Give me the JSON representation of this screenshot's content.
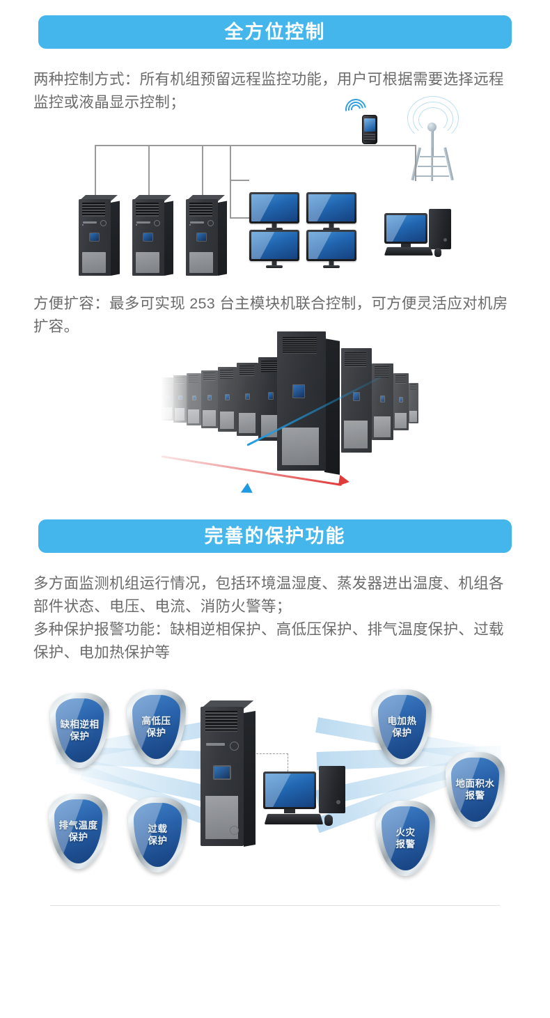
{
  "page": {
    "background_color": "#ffffff",
    "accent_color": "#45b6ec",
    "body_text_color": "#6b6b6b",
    "divider_color": "#e2e2e2"
  },
  "sections": [
    {
      "banner": "全方位控制",
      "paragraphs": [
        "两种控制方式：所有机组预留远程监控功能，用户可根据需要选择远程监控或液晶显示控制；",
        "方便扩容：最多可实现 253 台主模块机联合控制，可方便灵活应对机房扩容。"
      ]
    },
    {
      "banner": "完善的保护功能",
      "paragraphs": [
        "多方面监测机组运行情况，包括环境温湿度、蒸发器进出温度、机组各部件状态、电压、电流、消防火警等；",
        "多种保护报警功能：缺相逆相保护、高低压保护、排气温度保护、过载保护、电加热保护等"
      ]
    }
  ],
  "figure_topology": {
    "name": "remote-monitoring-topology",
    "ac_units_count": 3,
    "monitors_count": 4,
    "devices": [
      "ac-cabinet",
      "ac-cabinet",
      "ac-cabinet",
      "monitor",
      "monitor",
      "monitor",
      "monitor",
      "desktop-computer",
      "mobile-phone",
      "antenna-tower"
    ]
  },
  "figure_expansion": {
    "name": "module-expansion-array",
    "max_units": "253",
    "arrow_colors": [
      "#e03a3a",
      "#1f9ae0"
    ]
  },
  "figure_protection": {
    "name": "protection-shields-diagram",
    "shields": [
      {
        "id": "phase-protection",
        "label": "缺相逆相\n保护"
      },
      {
        "id": "pressure-protection",
        "label": "高低压\n保护"
      },
      {
        "id": "discharge-temp",
        "label": "排气温度\n保护"
      },
      {
        "id": "overload-protection",
        "label": "过载\n保护"
      },
      {
        "id": "heater-protection",
        "label": "电加热\n保护"
      },
      {
        "id": "water-alarm",
        "label": "地面积水\n报警"
      },
      {
        "id": "fire-alarm",
        "label": "火灾\n报警"
      }
    ],
    "center_devices": [
      "precision-ac-unit",
      "desktop-computer"
    ]
  }
}
